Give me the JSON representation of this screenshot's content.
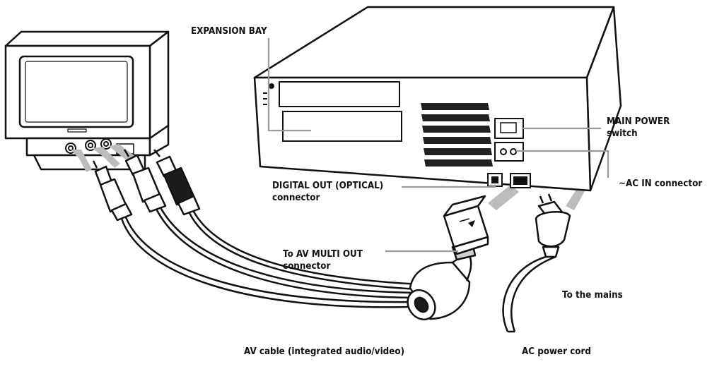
{
  "labels": {
    "expansion_bay": "EXPANSION BAY",
    "main_power": [
      "MAIN POWER",
      "switch"
    ],
    "ac_in": "~AC IN connector",
    "digital_out": [
      "DIGITAL OUT (OPTICAL)",
      "connector"
    ],
    "av_multi_out": [
      "To AV MULTI OUT",
      "connector"
    ],
    "to_mains": "To the mains",
    "av_cable": "AV cable (integrated audio/video)",
    "ac_power_cord": "AC power cord"
  },
  "colors": {
    "line": "#111111",
    "arrow": "#bcbcbc",
    "leader": "#9a9a9a",
    "vent": "#222222"
  }
}
